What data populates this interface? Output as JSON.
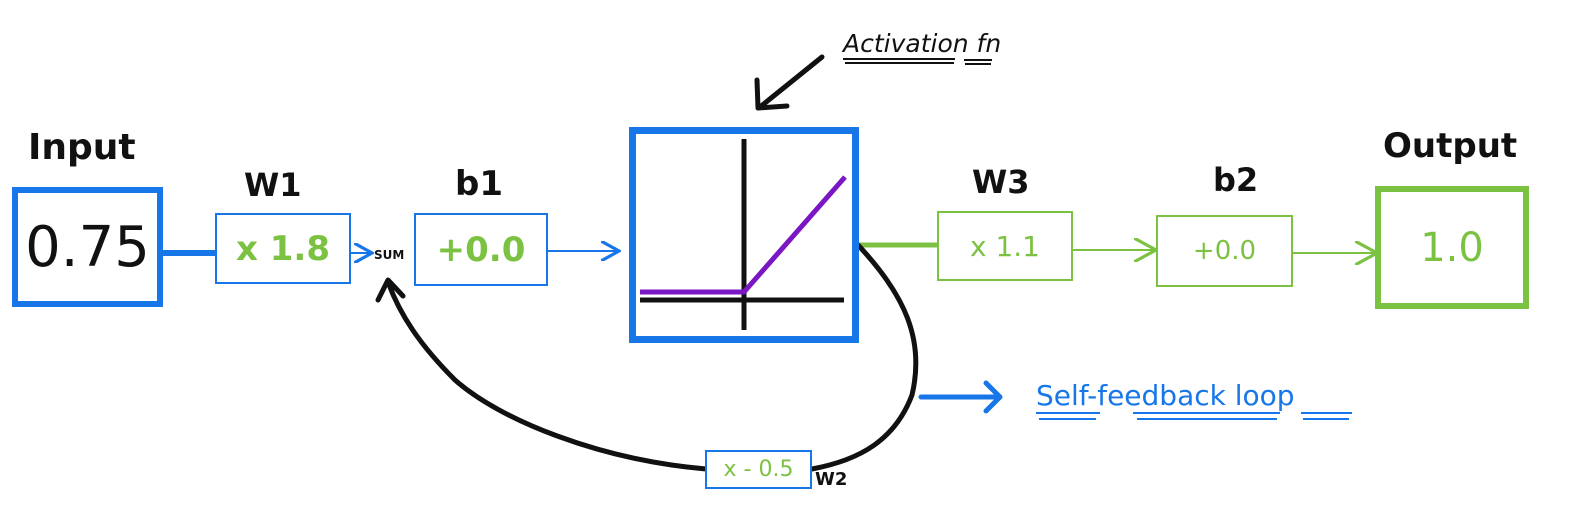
{
  "colors": {
    "blue": "#1877e8",
    "green": "#7cc242",
    "black": "#111111",
    "purple": "#7b16c4"
  },
  "annotations": {
    "activation_fn": "Activation fn",
    "self_feedback_loop": "Self-feedback loop"
  },
  "input": {
    "label": "Input",
    "value": "0.75"
  },
  "w1": {
    "label": "W1",
    "value": "x 1.8"
  },
  "sum_label": "SUM",
  "b1": {
    "label": "b1",
    "value": "+0.0"
  },
  "w3": {
    "label": "W3",
    "value": "x 1.1"
  },
  "b2": {
    "label": "b2",
    "value": "+0.0"
  },
  "output": {
    "label": "Output",
    "value": "1.0"
  },
  "w2": {
    "label": "W2",
    "value": "x - 0.5"
  }
}
